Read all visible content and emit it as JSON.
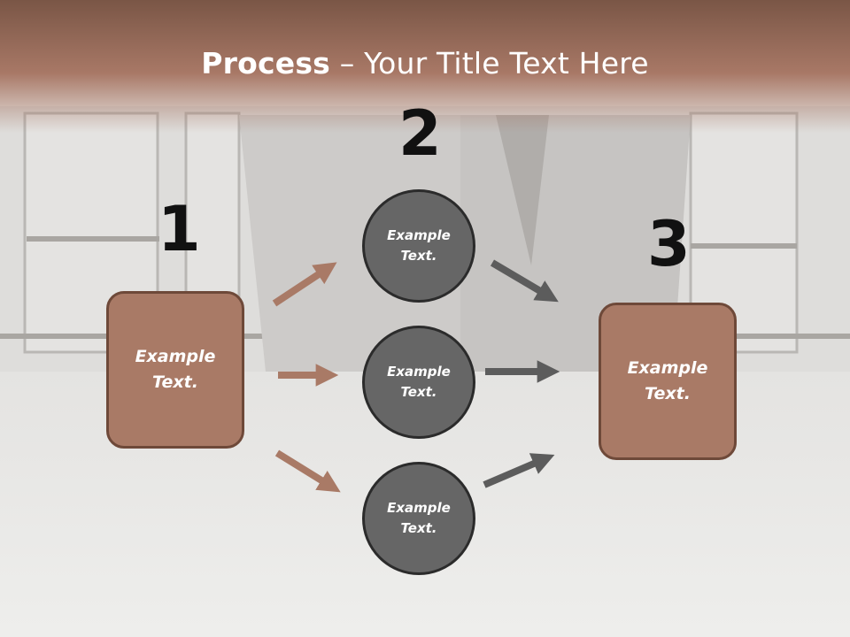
{
  "title": {
    "bold": "Process",
    "rest": " – Your Title Text Here"
  },
  "steps": {
    "one": "1",
    "two": "2",
    "three": "3"
  },
  "left_box": {
    "text": "Example Text."
  },
  "right_box": {
    "text": "Example Text."
  },
  "circles": [
    {
      "text": "Example Text."
    },
    {
      "text": "Example Text."
    },
    {
      "text": "Example Text."
    }
  ],
  "colors": {
    "header": "#a97866",
    "box_fill": "#a97a66",
    "box_border": "#6e4939",
    "circle_fill": "#666666",
    "circle_border": "#2b2b2b",
    "arrow_brown": "#a97a66",
    "arrow_gray": "#5c5c5c"
  }
}
